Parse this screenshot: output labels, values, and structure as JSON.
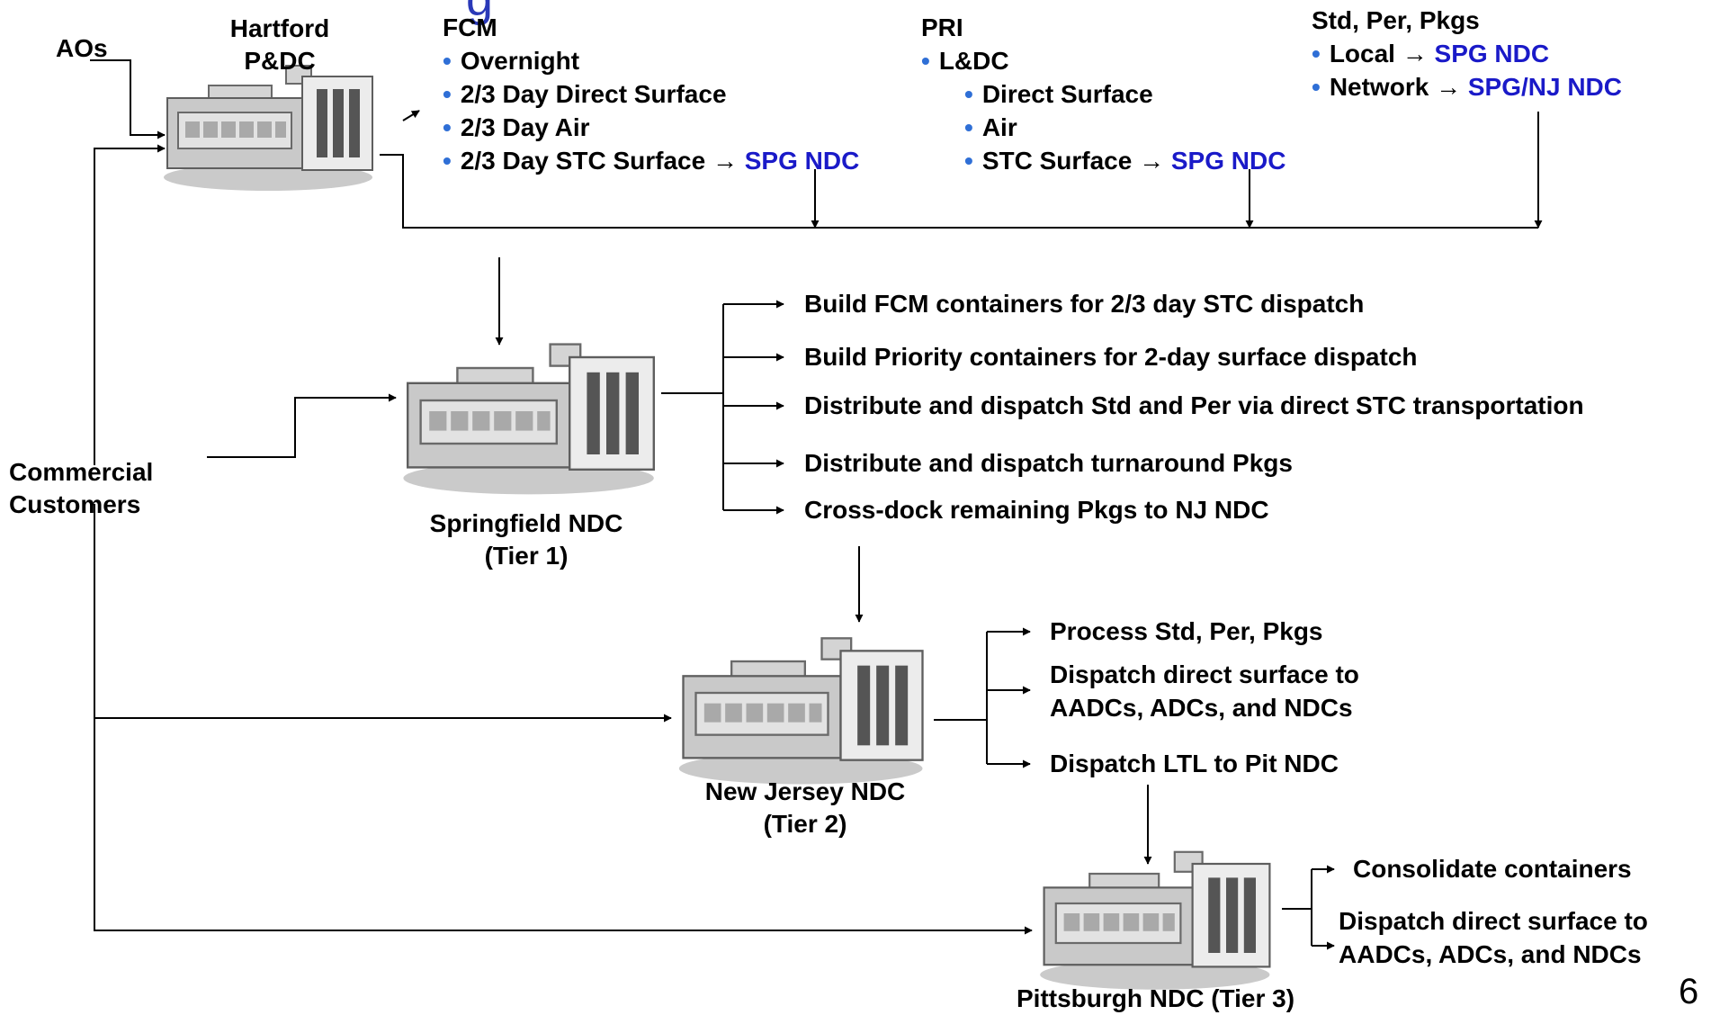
{
  "title_fragment": "g",
  "page_number": "6",
  "arrow_glyph": "→",
  "aos_label": "AOs",
  "commercial": {
    "line1": "Commercial",
    "line2": "Customers"
  },
  "facilities": {
    "hartford": {
      "line1": "Hartford",
      "line2": "P&DC",
      "icon": "facility-building-icon"
    },
    "springfield": {
      "line1": "Springfield NDC",
      "line2": "(Tier 1)",
      "icon": "facility-building-icon"
    },
    "newjersey": {
      "line1": "New Jersey NDC",
      "line2": "(Tier 2)",
      "icon": "facility-building-icon"
    },
    "pittsburgh": {
      "line1": "Pittsburgh NDC (Tier 3)",
      "icon": "facility-building-icon"
    }
  },
  "fcm": {
    "heading": "FCM",
    "items": [
      "Overnight",
      "2/3 Day Direct Surface",
      "2/3 Day Air"
    ],
    "stc_item": "2/3 Day STC Surface",
    "stc_target": "SPG NDC"
  },
  "pri": {
    "heading": "PRI",
    "item": "L&DC",
    "subitems": [
      "Direct Surface",
      "Air"
    ],
    "stc_item": "STC Surface",
    "stc_target": "SPG NDC"
  },
  "std": {
    "heading": "Std, Per, Pkgs",
    "local_label": "Local",
    "local_target": "SPG NDC",
    "network_label": "Network",
    "network_target": "SPG/NJ NDC"
  },
  "springfield_actions": [
    "Build FCM containers for 2/3 day STC dispatch",
    "Build Priority containers for 2-day surface dispatch",
    "Distribute and dispatch Std and Per via direct STC transportation",
    "Distribute and dispatch turnaround Pkgs",
    "Cross-dock remaining Pkgs to NJ NDC"
  ],
  "nj_actions": {
    "process": "Process Std, Per, Pkgs",
    "dispatch_line1": "Dispatch direct surface  to",
    "dispatch_line2": "AADCs, ADCs, and NDCs",
    "ltl": "Dispatch LTL to Pit NDC"
  },
  "pit_actions": {
    "consolidate": "Consolidate containers",
    "dispatch_line1": "Dispatch direct surface  to",
    "dispatch_line2": "AADCs, ADCs, and NDCs"
  },
  "colors": {
    "target_text": "#1a1ac8",
    "bullet": "#2f6fd6",
    "title": "#2a39b8",
    "line": "#000000"
  }
}
